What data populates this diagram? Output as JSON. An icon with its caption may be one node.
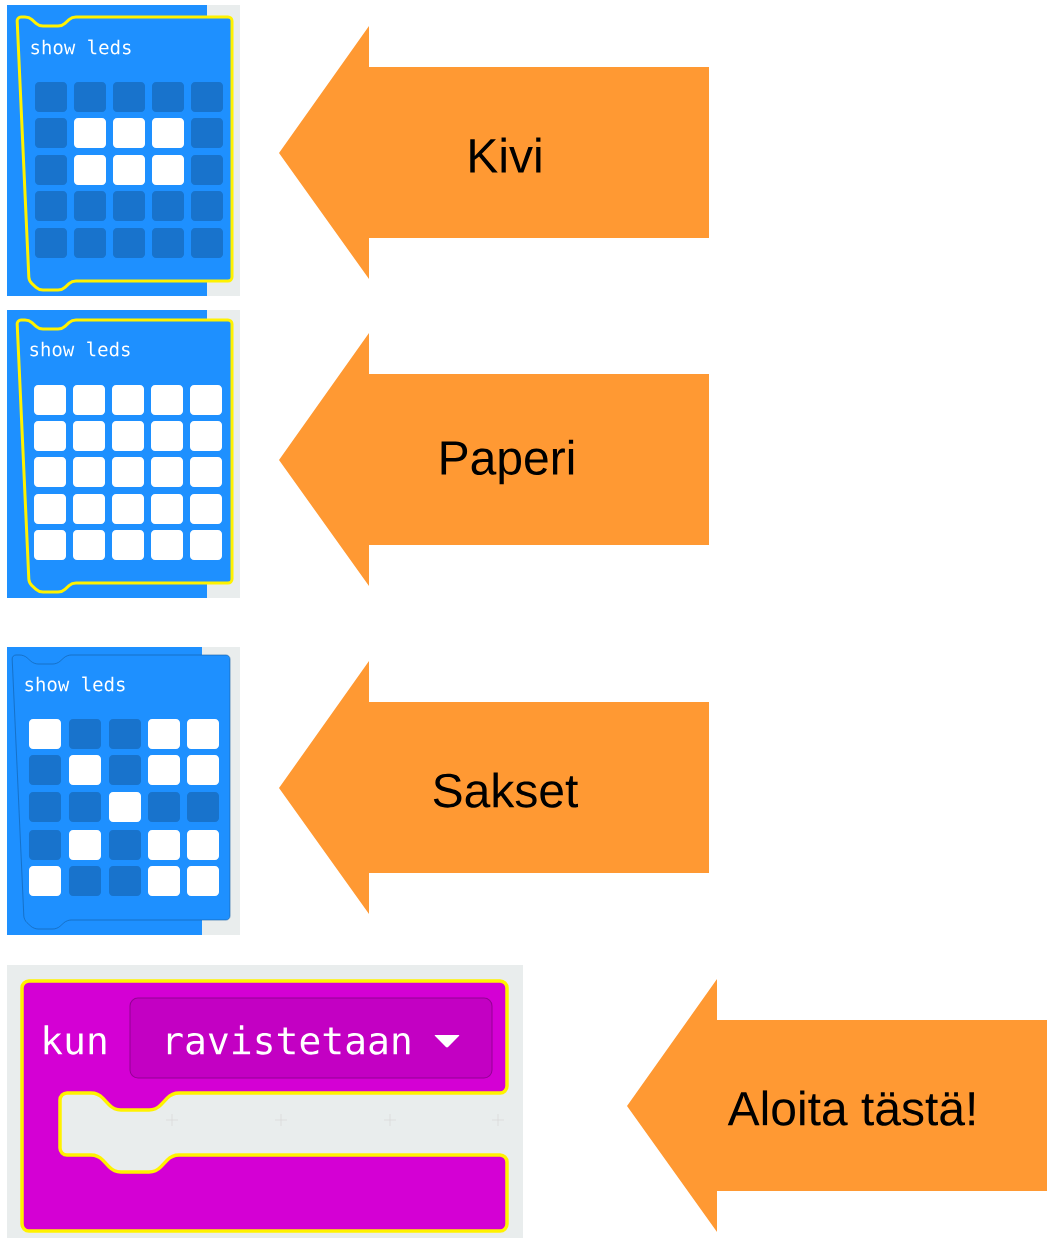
{
  "diagram": {
    "nodes": [
      {
        "text": [
          "show leds"
        ]
      },
      {
        "text": [
          "Kivi"
        ]
      },
      {
        "text": [
          "show leds"
        ]
      },
      {
        "text": [
          "Paperi"
        ]
      },
      {
        "text": [
          "show leds"
        ]
      },
      {
        "text": [
          "Sakset"
        ]
      },
      {
        "text": [
          "kun"
        ]
      },
      {
        "text": [
          "ravistetaan"
        ],
        "in": 6
      },
      {
        "text": [
          "Aloita tästä!"
        ]
      }
    ]
  }
}
